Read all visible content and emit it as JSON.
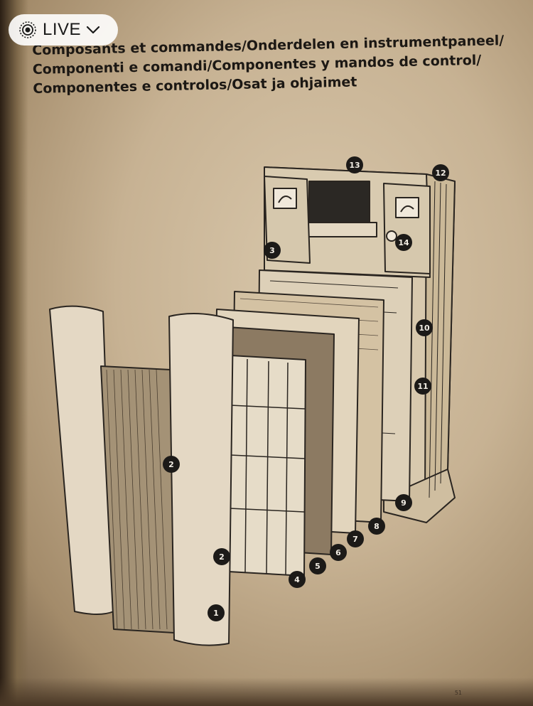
{
  "overlay": {
    "live_label": "LIVE",
    "live_icon": "live-photo-icon",
    "dropdown_icon": "chevron-down-icon"
  },
  "title_lines": [
    "Composants et commandes/Onderdelen en instrumentpaneel/",
    "Componenti e comandi/Componentes y mandos de control/",
    "Componentes e controlos/Osat ja ohjaimet"
  ],
  "callouts": [
    "1",
    "2",
    "2",
    "3",
    "4",
    "5",
    "6",
    "7",
    "8",
    "9",
    "10",
    "11",
    "12",
    "13",
    "14"
  ],
  "page_number": "51",
  "colors": {
    "ink": "#1c1a18",
    "paper": "#d2bfa2"
  }
}
